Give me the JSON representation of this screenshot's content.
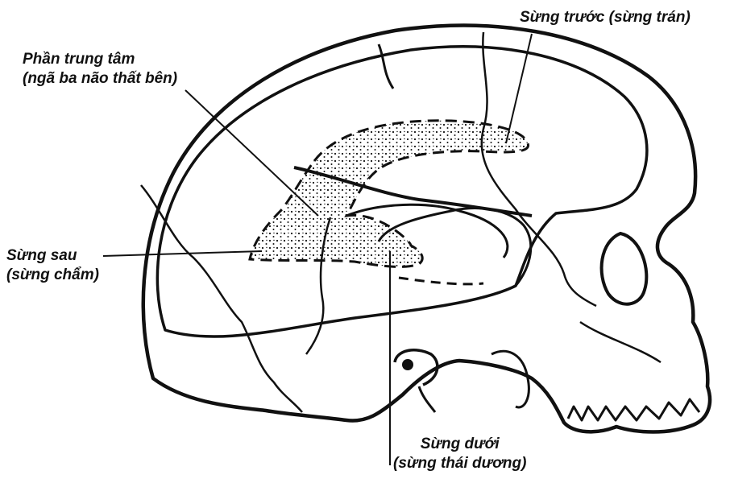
{
  "labels": {
    "anterior_horn": {
      "line1": "Sừng trước (sừng trán)"
    },
    "central_part": {
      "line1": "Phần trung tâm",
      "line2": "(ngã ba não thất bên)"
    },
    "posterior_horn": {
      "line1": "Sừng sau",
      "line2": "(sừng chẩm)"
    },
    "inferior_horn": {
      "line1": "Sừng dưới",
      "line2": "(sừng thái dương)"
    }
  },
  "colors": {
    "ink": "#111111",
    "background": "#ffffff"
  }
}
